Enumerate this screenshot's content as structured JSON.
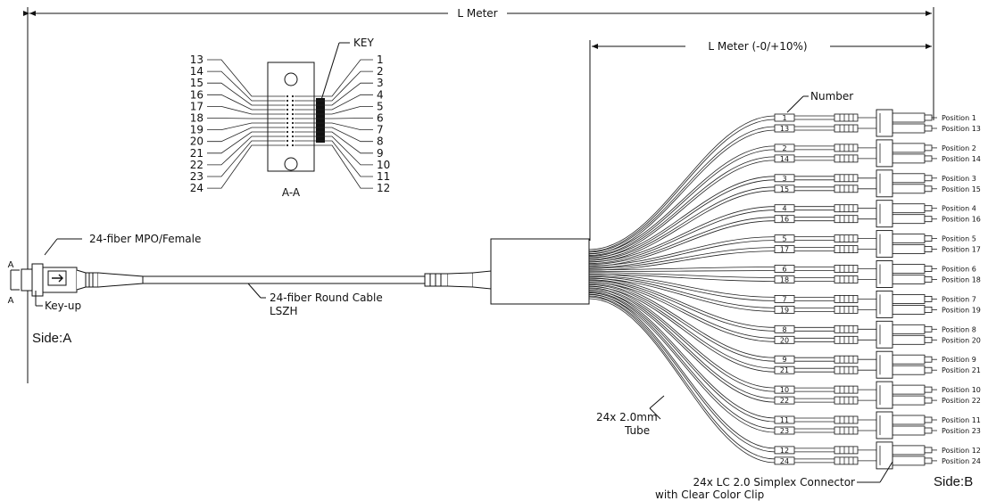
{
  "dimensions": {
    "overall_length": "L Meter",
    "breakout_length": "L  Meter (-0/+10%)"
  },
  "side_a": {
    "label": "Side:A",
    "connector_label": "24-fiber MPO/Female",
    "key_label": "Key-up",
    "section_marker": "A"
  },
  "side_b": {
    "label": "Side:B"
  },
  "cable": {
    "line1": "24-fiber Round Cable",
    "line2": "LSZH"
  },
  "end_view": {
    "key_label": "KEY",
    "section_label": "A-A",
    "left_pins": [
      "13",
      "14",
      "15",
      "16",
      "17",
      "18",
      "19",
      "20",
      "21",
      "22",
      "23",
      "24"
    ],
    "right_pins": [
      "1",
      "2",
      "3",
      "4",
      "5",
      "6",
      "7",
      "8",
      "9",
      "10",
      "11",
      "12"
    ]
  },
  "breakout": {
    "number_label": "Number",
    "tube_line1": "24x 2.0mm",
    "tube_line2": "Tube",
    "connector_line1": "24x LC 2.0 Simplex Connector",
    "connector_line2": "with Clear Color Clip",
    "legs": [
      {
        "top_num": "1",
        "bottom_num": "13",
        "pos_top": "Position 1",
        "pos_bottom": "Position 13"
      },
      {
        "top_num": "2",
        "bottom_num": "14",
        "pos_top": "Position 2",
        "pos_bottom": "Position 14"
      },
      {
        "top_num": "3",
        "bottom_num": "15",
        "pos_top": "Position 3",
        "pos_bottom": "Position 15"
      },
      {
        "top_num": "4",
        "bottom_num": "16",
        "pos_top": "Position 4",
        "pos_bottom": "Position 16"
      },
      {
        "top_num": "5",
        "bottom_num": "17",
        "pos_top": "Position 5",
        "pos_bottom": "Position 17"
      },
      {
        "top_num": "6",
        "bottom_num": "18",
        "pos_top": "Position 6",
        "pos_bottom": "Position 18"
      },
      {
        "top_num": "7",
        "bottom_num": "19",
        "pos_top": "Position 7",
        "pos_bottom": "Position 19"
      },
      {
        "top_num": "8",
        "bottom_num": "20",
        "pos_top": "Position 8",
        "pos_bottom": "Position 20"
      },
      {
        "top_num": "9",
        "bottom_num": "21",
        "pos_top": "Position 9",
        "pos_bottom": "Position 21"
      },
      {
        "top_num": "10",
        "bottom_num": "22",
        "pos_top": "Position 10",
        "pos_bottom": "Position 22"
      },
      {
        "top_num": "11",
        "bottom_num": "23",
        "pos_top": "Position 11",
        "pos_bottom": "Position 23"
      },
      {
        "top_num": "12",
        "bottom_num": "24",
        "pos_top": "Position 12",
        "pos_bottom": "Position 24"
      }
    ]
  }
}
